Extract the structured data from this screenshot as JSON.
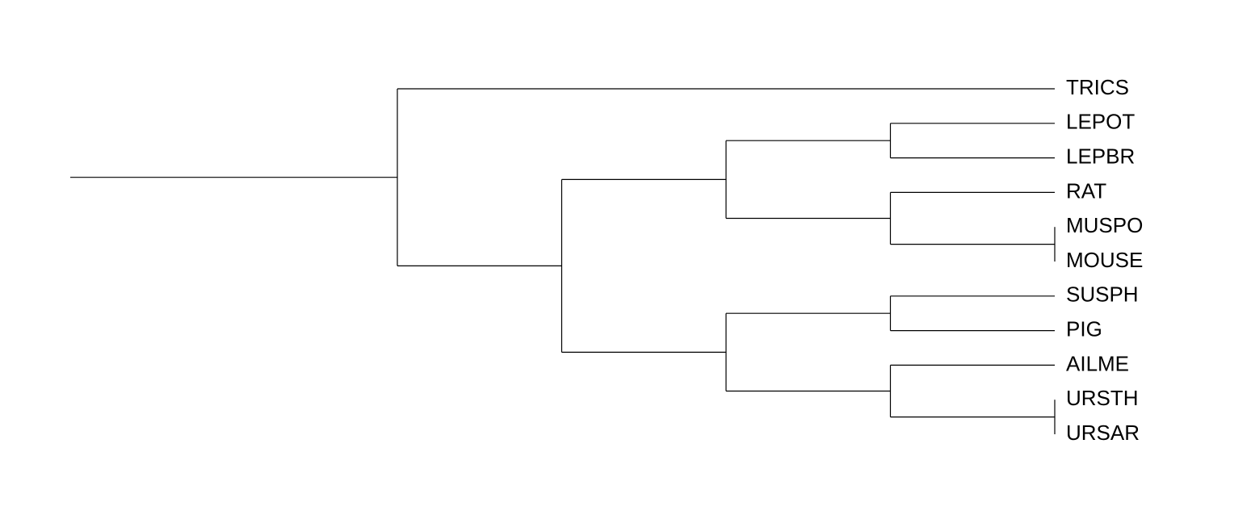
{
  "taxa": [
    "TRICS",
    "LEPOT",
    "LEPBR",
    "RAT",
    "MUSPO",
    "MOUSE",
    "SUSPH",
    "PIG",
    "AILME",
    "URSTH",
    "URSAR"
  ],
  "tree": {
    "children": [
      {
        "leaf": 0
      },
      {
        "children": [
          {
            "children": [
              {
                "children": [
                  {
                    "leaf": 1
                  },
                  {
                    "leaf": 2
                  }
                ]
              },
              {
                "children": [
                  {
                    "leaf": 3
                  },
                  {
                    "children": [
                      {
                        "leaf": 4
                      },
                      {
                        "leaf": 5
                      }
                    ]
                  }
                ]
              }
            ]
          },
          {
            "children": [
              {
                "children": [
                  {
                    "leaf": 6
                  },
                  {
                    "leaf": 7
                  }
                ]
              },
              {
                "children": [
                  {
                    "leaf": 8
                  },
                  {
                    "children": [
                      {
                        "leaf": 9
                      },
                      {
                        "leaf": 10
                      }
                    ]
                  }
                ]
              }
            ]
          }
        ]
      }
    ]
  },
  "colors": {
    "line": "#000000",
    "label": "#000000",
    "background": "#ffffff"
  }
}
